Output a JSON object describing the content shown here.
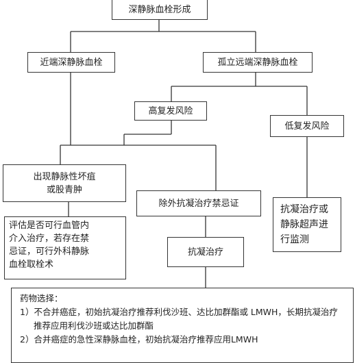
{
  "nodes": {
    "dvt_formed": "深静脉血栓形成",
    "proximal_dvt": "近端深静脉血栓",
    "isolated_distal_dvt": "孤立远端深静脉血栓",
    "high_recurrence_risk": "高复发风险",
    "low_recurrence_risk": "低复发风险",
    "venous_gangrene": "出现静脉性坏疽\n或股青肿",
    "exclude_contraindication": "除外抗凝治疗禁忌证",
    "evaluate_intervention": "评估是否可行血管内\n介入治疗，若存在禁\n忌证，可行外科静脉\n血栓取栓术",
    "anticoagulation": "抗凝治疗",
    "monitoring": "抗凝治疗或\n静脉超声进\n行监测"
  },
  "drug_selection": {
    "title": "药物选择：",
    "item1": "1）不合并癌症，初始抗凝治疗推荐利伐沙班、达比加群酯或 LMWH，长期抗凝治疗推荐应用利伐沙班或达比加群酯",
    "item2": "2）合并癌症的急性深静脉血栓，初始抗凝治疗推荐应用LMWH"
  },
  "colors": {
    "line": "#333333",
    "box_border": "#333333",
    "text": "#222222"
  }
}
